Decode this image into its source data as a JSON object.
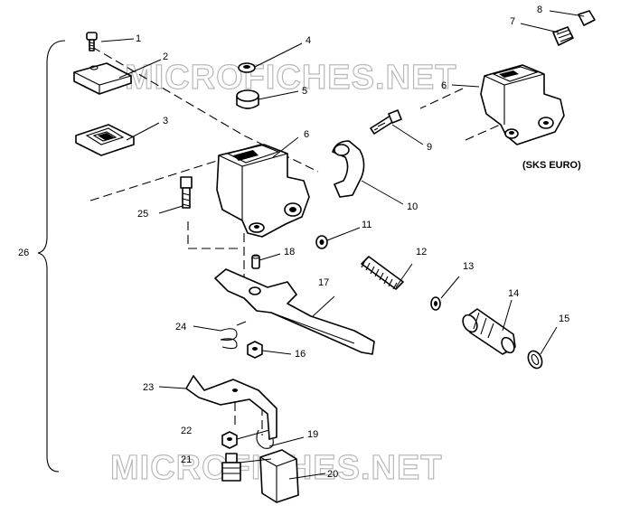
{
  "diagram": {
    "watermark": "MICROFICHES.NET",
    "region_label": "(SKS EURO)",
    "callouts": [
      "1",
      "2",
      "3",
      "4",
      "5",
      "6",
      "6",
      "7",
      "8",
      "9",
      "10",
      "11",
      "12",
      "13",
      "14",
      "15",
      "16",
      "17",
      "18",
      "19",
      "20",
      "21",
      "22",
      "23",
      "24",
      "25",
      "26"
    ]
  }
}
